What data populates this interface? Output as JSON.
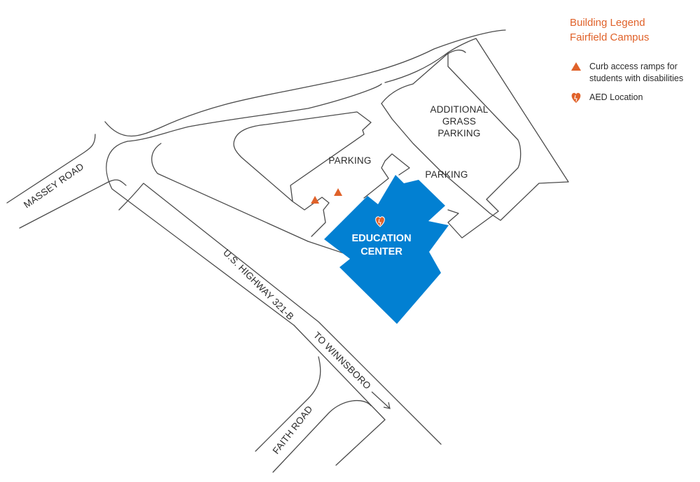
{
  "legend": {
    "title_line1": "Building Legend",
    "title_line2": "Fairfield Campus",
    "items": [
      {
        "icon": "triangle-icon",
        "label_line1": "Curb access ramps for",
        "label_line2": "students with disabilities"
      },
      {
        "icon": "aed-heart-icon",
        "label_line1": "AED Location"
      }
    ]
  },
  "map": {
    "roads": {
      "massey": "MASSEY ROAD",
      "highway": "U.S. HIGHWAY 321-B",
      "winnsboro": "TO WINNSBORO",
      "faith": "FAITH ROAD"
    },
    "parking": {
      "main": "PARKING",
      "east": "PARKING",
      "additional_line1": "ADDITIONAL",
      "additional_line2": "GRASS",
      "additional_line3": "PARKING"
    },
    "building": {
      "name_line1": "EDUCATION",
      "name_line2": "CENTER"
    }
  },
  "colors": {
    "building": "#0280d2",
    "accent": "#e0622a",
    "road_line": "#4a4a4a"
  }
}
